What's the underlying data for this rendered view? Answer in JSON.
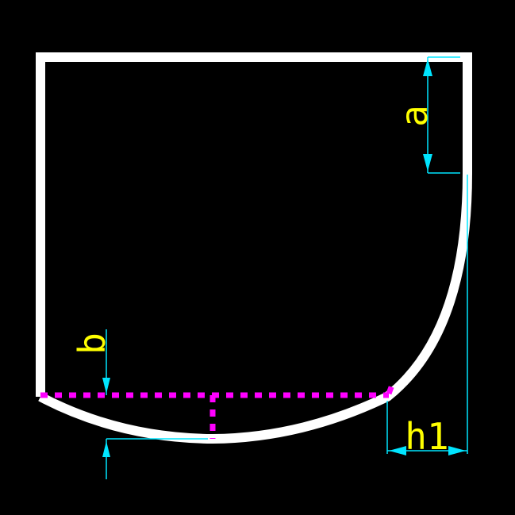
{
  "labels": {
    "a": "a",
    "b": "b",
    "h1": "h1"
  },
  "colors": {
    "background": "#000000",
    "outline": "#ffffff",
    "dimension_lines": "#00e5ff",
    "labels": "#ffff00",
    "reference_lines": "#ff00ff"
  }
}
